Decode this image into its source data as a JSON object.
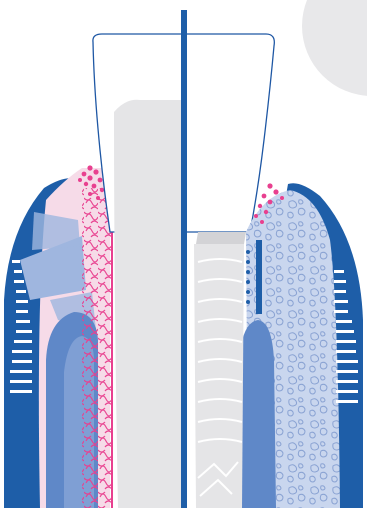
{
  "figure": {
    "left_panel": "natural-tooth",
    "right_panel": "dental-implant",
    "colors": {
      "background": "#ffffff",
      "corner_disc": "#e8e8ea",
      "enamel_fill": "#ffffff",
      "enamel_stroke": "#1e57a4",
      "dentin_shade": "#e5e5e7",
      "implant_body": "#e5e5e7",
      "bone_dark": "#1e5ea8",
      "bone_mid": "#5f88c8",
      "bone_light": "#9fb6df",
      "bone_pale": "#c9d6ee",
      "gingiva_pink": "#f6dbe8",
      "fiber_magenta": "#e8408f",
      "divider": "#1e5ea8"
    },
    "icons": [
      "tooth-crown",
      "tooth-root",
      "implant-crown",
      "implant-screw",
      "bone",
      "gingiva",
      "periodontal-ligament"
    ]
  }
}
